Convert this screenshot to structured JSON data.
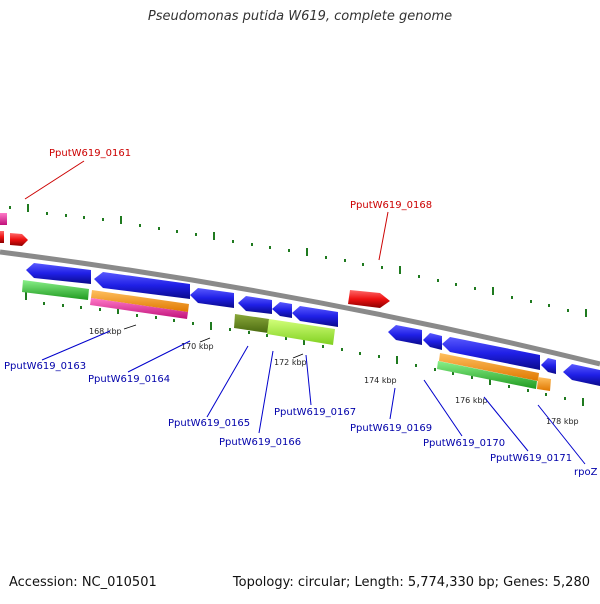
{
  "title": "Pseudomonas putida W619, complete genome",
  "footer": {
    "accession": "Accession: NC_010501",
    "topology": "Topology: circular; Length: 5,774,330 bp; Genes: 5,280"
  },
  "colors": {
    "backbone": "#8a8a8a",
    "gene_blue": "#1f1fe6",
    "gene_red": "#ee1111",
    "gene_pink": "#ee1ea0",
    "orange": "#ff9a00",
    "green": "#33cc33",
    "olive": "#6b8a1f",
    "light_green": "#a6f23a",
    "label_red": "#cc0000",
    "label_blue": "#0000aa",
    "ticks": "#1f7a1f"
  },
  "scale_labels": [
    "168 kbp",
    "170 kbp",
    "172 kbp",
    "174 kbp",
    "176 kbp",
    "178 kbp"
  ],
  "gene_labels": [
    {
      "text": "PputW619_0161",
      "color": "red"
    },
    {
      "text": "PputW619_0168",
      "color": "red"
    },
    {
      "text": "PputW619_0163",
      "color": "blue"
    },
    {
      "text": "PputW619_0164",
      "color": "blue"
    },
    {
      "text": "PputW619_0165",
      "color": "blue"
    },
    {
      "text": "PputW619_0166",
      "color": "blue"
    },
    {
      "text": "PputW619_0167",
      "color": "blue"
    },
    {
      "text": "PputW619_0169",
      "color": "blue"
    },
    {
      "text": "PputW619_0170",
      "color": "blue"
    },
    {
      "text": "PputW619_0171",
      "color": "blue"
    },
    {
      "text": "rpoZ",
      "color": "blue"
    }
  ]
}
